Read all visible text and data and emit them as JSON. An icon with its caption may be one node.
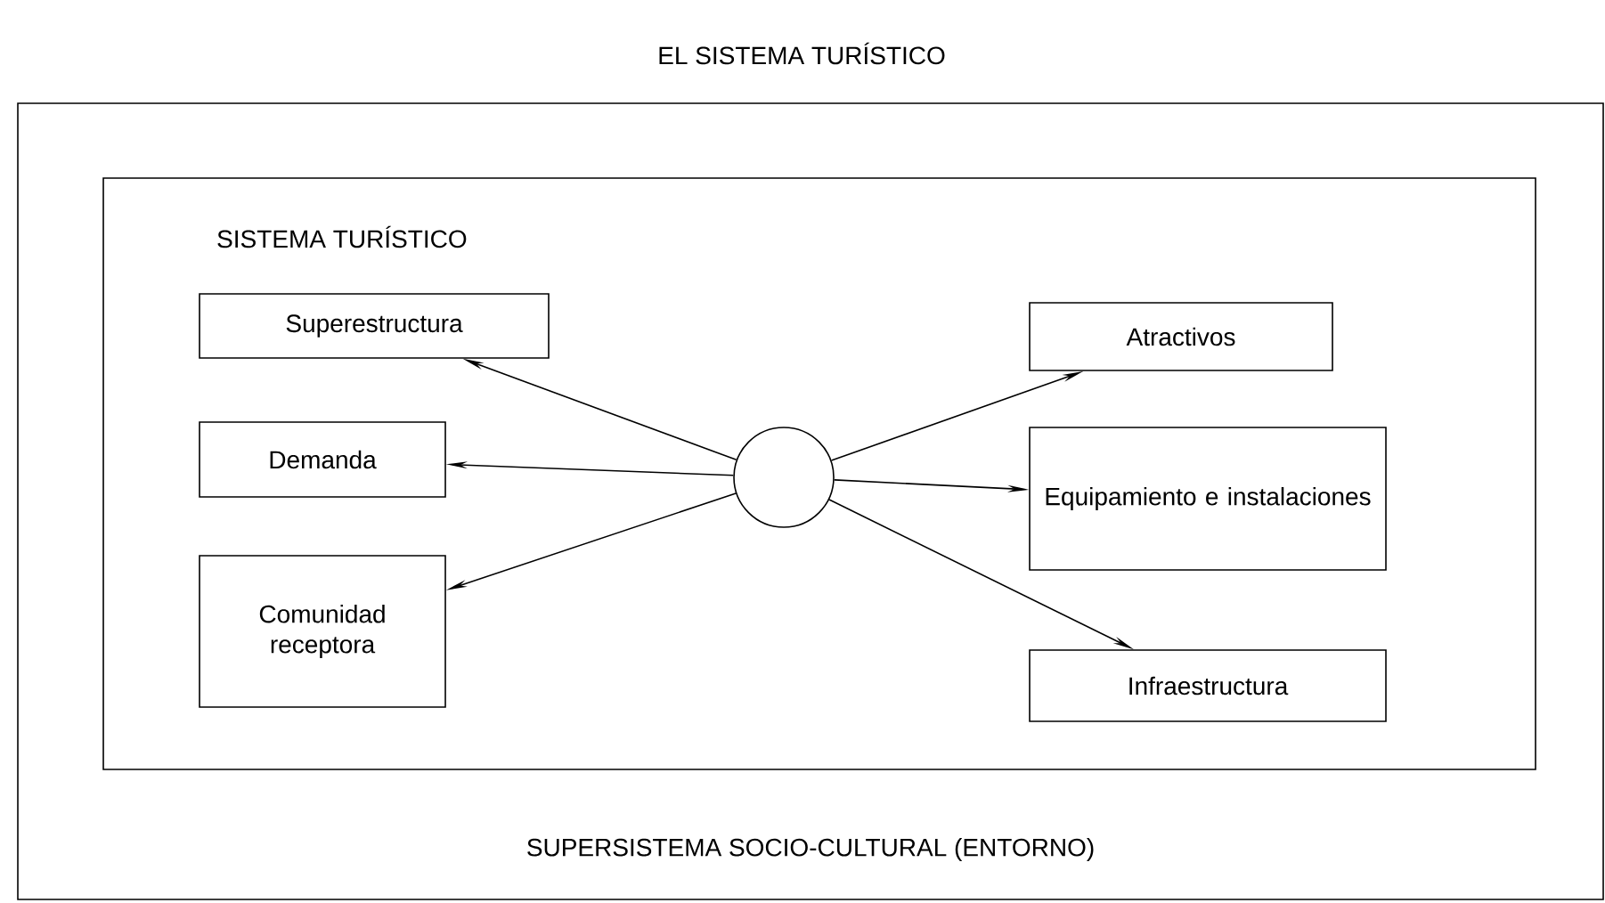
{
  "diagram": {
    "title": "EL SISTEMA TURÍSTICO",
    "nodes": [
      {
        "text": [
          "SUPERSISTEMA SOCIO-CULTURAL (ENTORNO)"
        ]
      },
      {
        "text": [
          "SISTEMA TURÍSTICO"
        ],
        "in": 0
      },
      {
        "text": [
          "Superestructura"
        ],
        "in": 1
      },
      {
        "text": [
          "Demanda"
        ],
        "in": 1
      },
      {
        "text": [
          "Comunidad receptora"
        ],
        "in": 1
      },
      {
        "text": [],
        "shape": "circle",
        "in": 1
      },
      {
        "text": [
          "Atractivos"
        ],
        "in": 1
      },
      {
        "text": [
          "Equipamiento e instalaciones"
        ],
        "in": 1
      },
      {
        "text": [
          "Infraestructura"
        ],
        "in": 1
      }
    ],
    "edges": [
      {
        "from": 5,
        "to": 2,
        "arrow": "to"
      },
      {
        "from": 5,
        "to": 3,
        "arrow": "to"
      },
      {
        "from": 5,
        "to": 4,
        "arrow": "to"
      },
      {
        "from": 5,
        "to": 6,
        "arrow": "to"
      },
      {
        "from": 5,
        "to": 7,
        "arrow": "to"
      },
      {
        "from": 5,
        "to": 8,
        "arrow": "to"
      }
    ]
  }
}
